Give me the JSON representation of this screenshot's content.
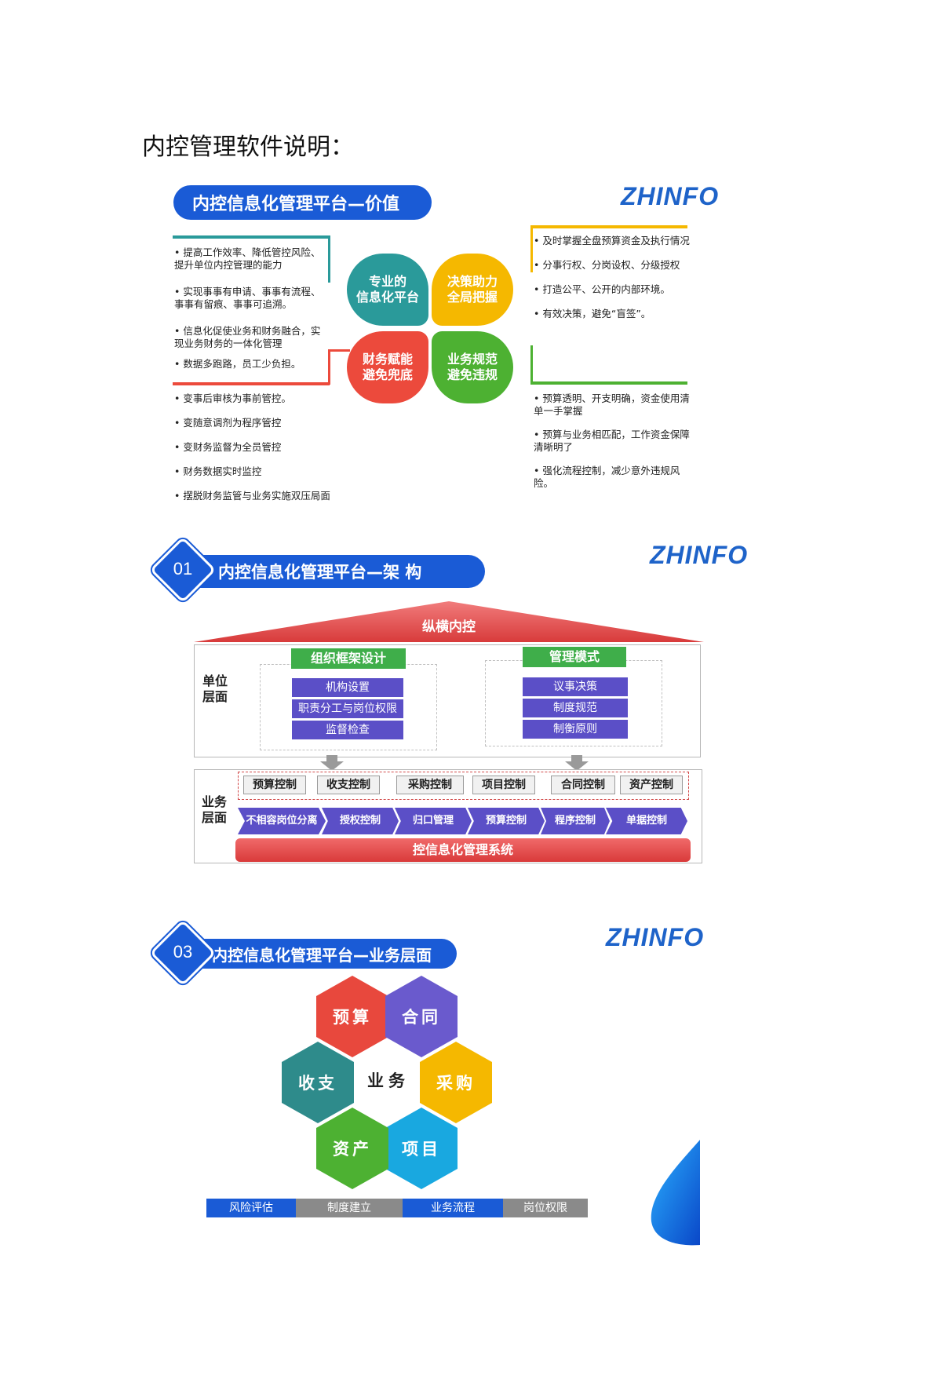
{
  "doc_title": "内控管理软件说明：",
  "logo_text": "ZHINFO",
  "section1": {
    "banner": "内控信息化管理平台—价值",
    "left_top": [
      "• 提高工作效率、降低管控风险、提升单位内控管理的能力",
      "• 实现事事有申请、事事有流程、事事有留痕、事事可追溯。",
      "• 信息化促使业务和财务融合，实现业务财务的一体化管理",
      "• 数据多跑路，员工少负担。"
    ],
    "left_bottom": [
      "• 变事后审核为事前管控。",
      "• 变随意调剂为程序管控",
      "• 变财务监督为全员管控",
      "• 财务数据实时监控",
      "• 摆脱财务监管与业务实施双压局面"
    ],
    "right_top": [
      "• 及时掌握全盘预算资金及执行情况",
      "• 分事行权、分岗设权、分级授权",
      "• 打造公平、公开的内部环境。",
      "• 有效决策，避免“盲签”。"
    ],
    "right_bottom": [
      "• 预算透明、开支明确，资金使用清单一手掌握",
      "• 预算与业务相匹配，工作资金保障清晰明了",
      "• 强化流程控制，减少意外违规风险。"
    ],
    "blobs": {
      "tl": "专业的\n信息化平台",
      "tr": "决策助力\n全局把握",
      "bl": "财务赋能\n避免兜底",
      "br": "业务规范\n避免违规"
    },
    "colors": {
      "tl": "#2a9a9a",
      "tr": "#f5b800",
      "bl": "#ec4a3c",
      "br": "#4db132"
    }
  },
  "section2": {
    "badge": "01",
    "banner": "内控信息化管理平台—架 构",
    "roof": "纵横内控",
    "unit_label": "单位\n层面",
    "biz_label": "业务\n层面",
    "org_head": "组织框架设计",
    "org_items": [
      "机构设置",
      "职责分工与岗位权限",
      "监督检查"
    ],
    "mgmt_head": "管理模式",
    "mgmt_items": [
      "议事决策",
      "制度规范",
      "制衡原则"
    ],
    "controls": [
      "预算控制",
      "收支控制",
      "采购控制",
      "项目控制",
      "合同控制",
      "资产控制"
    ],
    "chevrons": [
      "不相容岗位分离",
      "授权控制",
      "归口管理",
      "预算控制",
      "程序控制",
      "单据控制"
    ],
    "system_bar": "控信息化管理系统"
  },
  "section3": {
    "badge": "03",
    "banner": "内控信息化管理平台—业务层面",
    "center": "业务",
    "hexes": {
      "budget": "预算",
      "contract": "合同",
      "purchase": "采购",
      "project": "项目",
      "asset": "资产",
      "income": "收支"
    },
    "hex_colors": {
      "budget": "#e8483d",
      "contract": "#6a5acd",
      "purchase": "#f5b800",
      "project": "#19a8e0",
      "asset": "#4db132",
      "income": "#2e8b8b"
    },
    "bottom_bar": [
      "风险评估",
      "制度建立",
      "业务流程",
      "岗位权限"
    ]
  }
}
